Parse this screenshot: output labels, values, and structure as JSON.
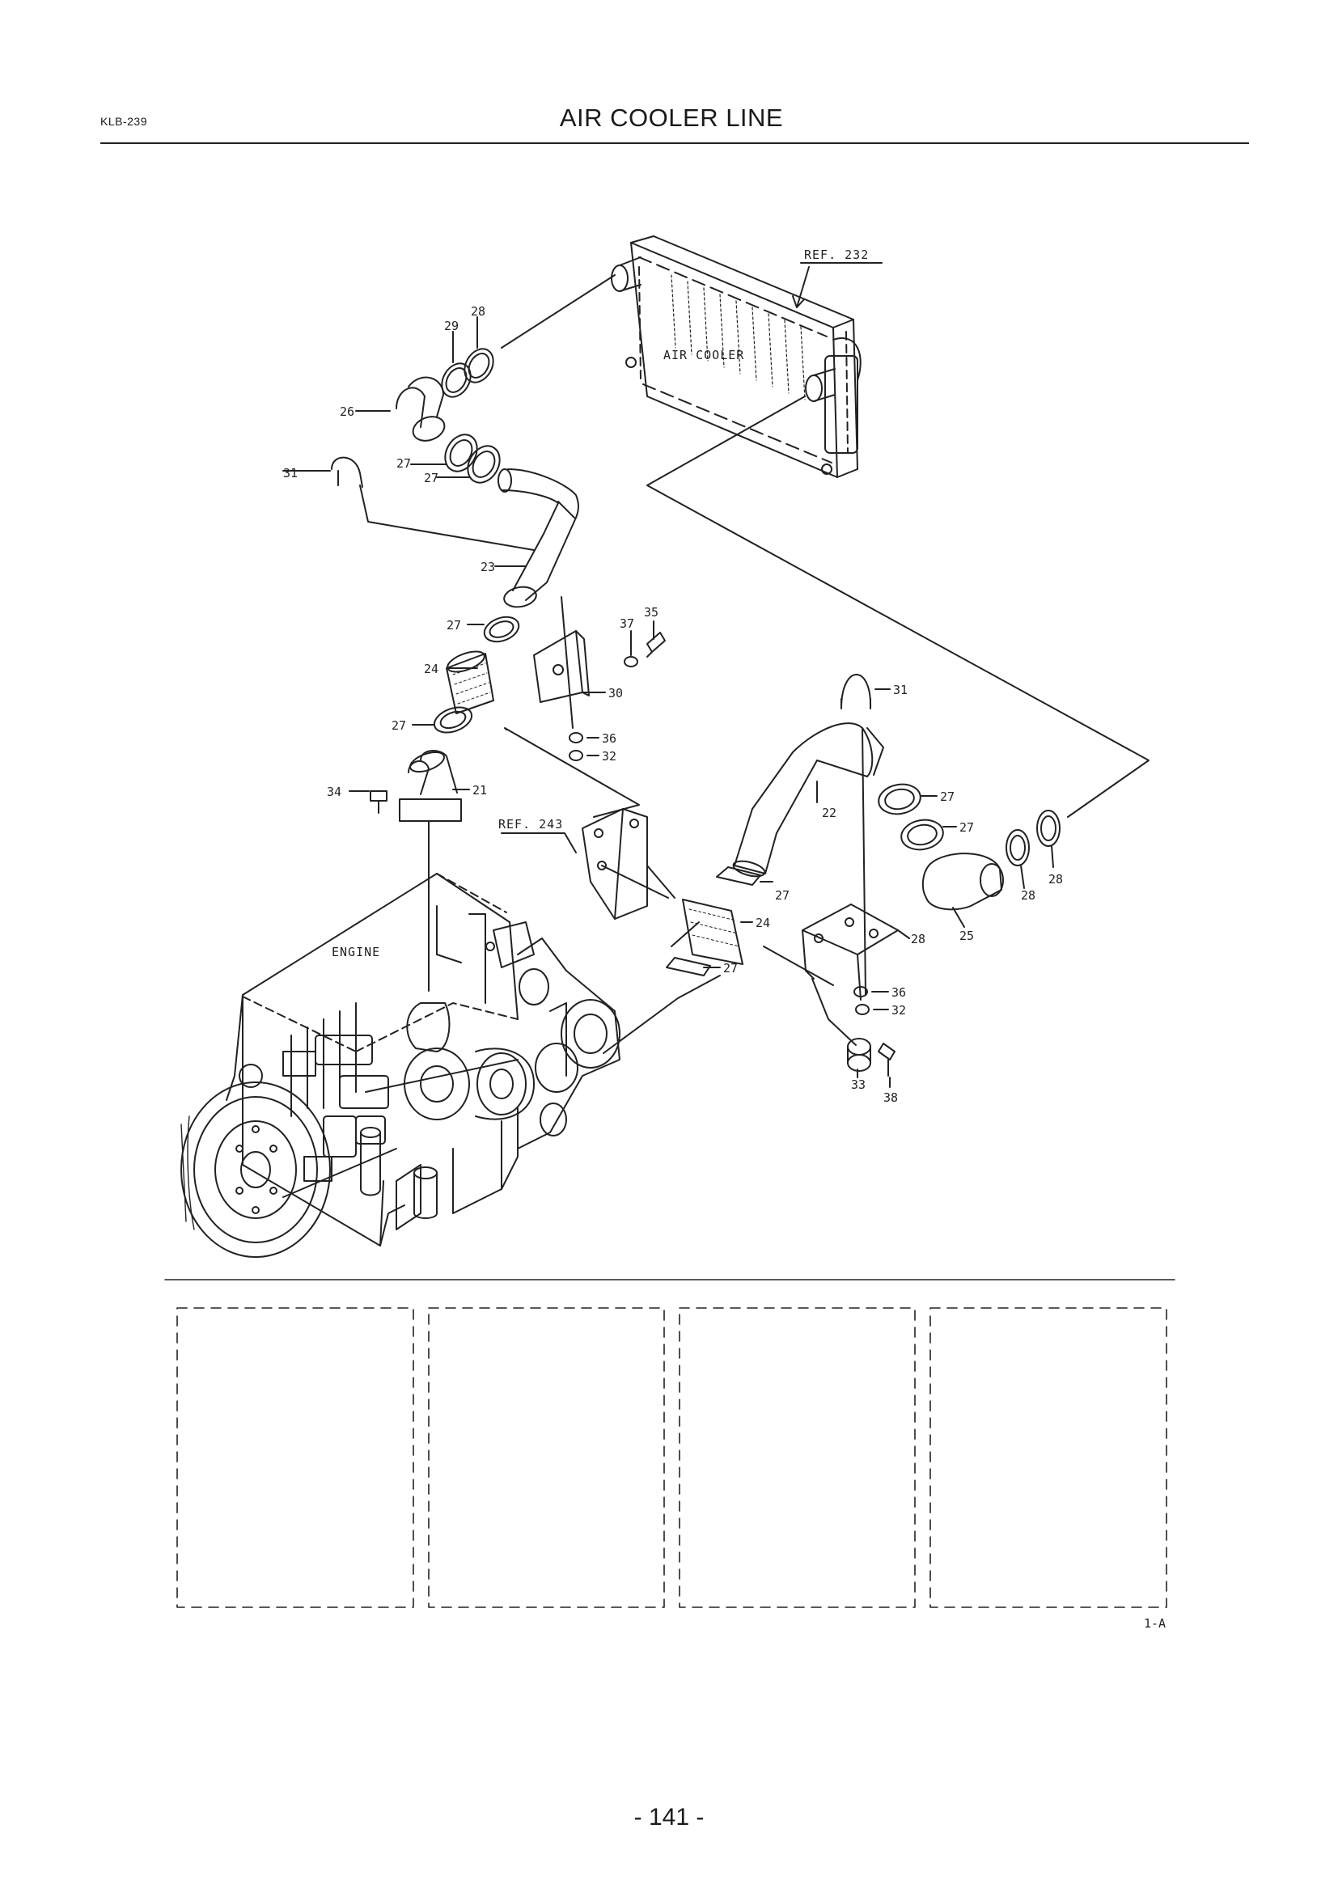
{
  "header": {
    "code": "KLB-239",
    "title": "AIR COOLER LINE"
  },
  "diagram": {
    "components": {
      "air_cooler": "AIR COOLER",
      "engine": "ENGINE",
      "ref_232": "REF. 232",
      "ref_243": "REF. 243"
    },
    "callouts": {
      "c21": "21",
      "c22": "22",
      "c23": "23",
      "c24a": "24",
      "c24b": "24",
      "c25": "25",
      "c26": "26",
      "c27a": "27",
      "c27b": "27",
      "c27c": "27",
      "c27d": "27",
      "c27e": "27",
      "c27f": "27",
      "c27g": "27",
      "c27h": "27",
      "c28a": "28",
      "c28b": "28",
      "c28c": "28",
      "c28d": "28",
      "c29": "29",
      "c30": "30",
      "c31a": "31",
      "c31b": "31",
      "c32a": "32",
      "c32b": "32",
      "c33": "33",
      "c34": "34",
      "c35": "35",
      "c36a": "36",
      "c36b": "36",
      "c37": "37",
      "c38": "38"
    },
    "revision": "1-A"
  },
  "footer": {
    "page_number": "- 141 -"
  }
}
